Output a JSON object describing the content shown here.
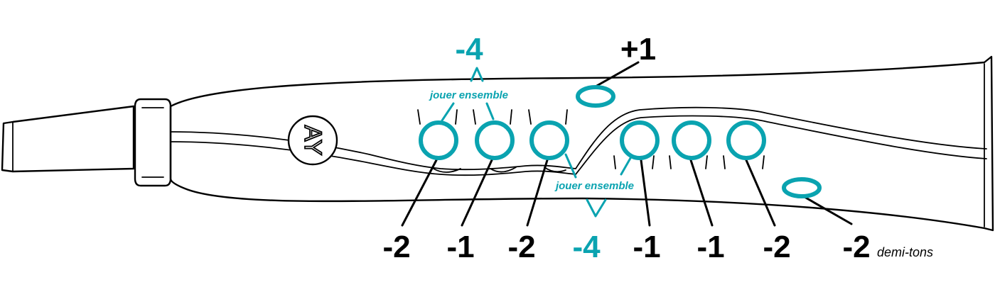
{
  "colors": {
    "accent": "#0aa3b0",
    "ink": "#000000",
    "background": "#ffffff"
  },
  "logo_text": "AY",
  "top_annotation": {
    "value": "-4",
    "caption": "jouer ensemble"
  },
  "thumb_hole_label": "+1",
  "bottom_annotation": {
    "value": "-4",
    "caption": "jouer ensemble"
  },
  "hole_labels": [
    "-2",
    "-1",
    "-2",
    "-1",
    "-1",
    "-2"
  ],
  "bell_hole": {
    "value": "-2",
    "unit": "demi-tons"
  }
}
